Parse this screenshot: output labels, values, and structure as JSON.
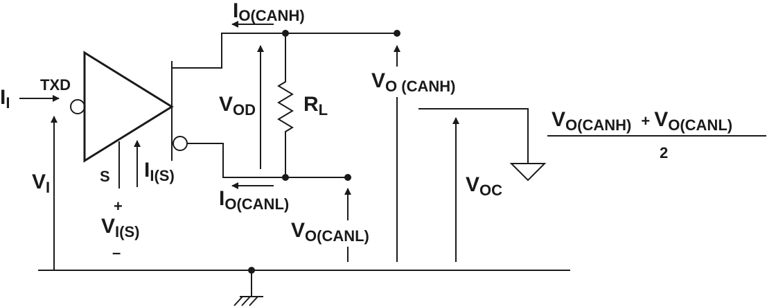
{
  "labels": {
    "io_canh": {
      "main": "I",
      "sub": "O(CANH)"
    },
    "io_canl": {
      "main": "I",
      "sub": "O(CANL)"
    },
    "ii": {
      "main": "I",
      "sub": "I"
    },
    "txd": "TXD",
    "vi": {
      "main": "V",
      "sub": "I"
    },
    "s": "S",
    "iis": {
      "main": "I",
      "sub": "I(S)"
    },
    "plus": "+",
    "minus": "–",
    "vis": {
      "main": "V",
      "sub": "I(S)"
    },
    "vod": {
      "main": "V",
      "sub": "OD"
    },
    "rl": {
      "main": "R",
      "sub": "L"
    },
    "vo_canh": {
      "main": "V",
      "sub": "O (CANH)"
    },
    "vo_canl": {
      "main": "V",
      "sub": "O(CANL)"
    },
    "voc": {
      "main": "V",
      "sub": "OC"
    },
    "formula": {
      "t1_main": "V",
      "t1_sub": "O(CANH)",
      "plus": "+",
      "t2_main": "V",
      "t2_sub": "O(CANL)",
      "denominator": "2"
    }
  }
}
